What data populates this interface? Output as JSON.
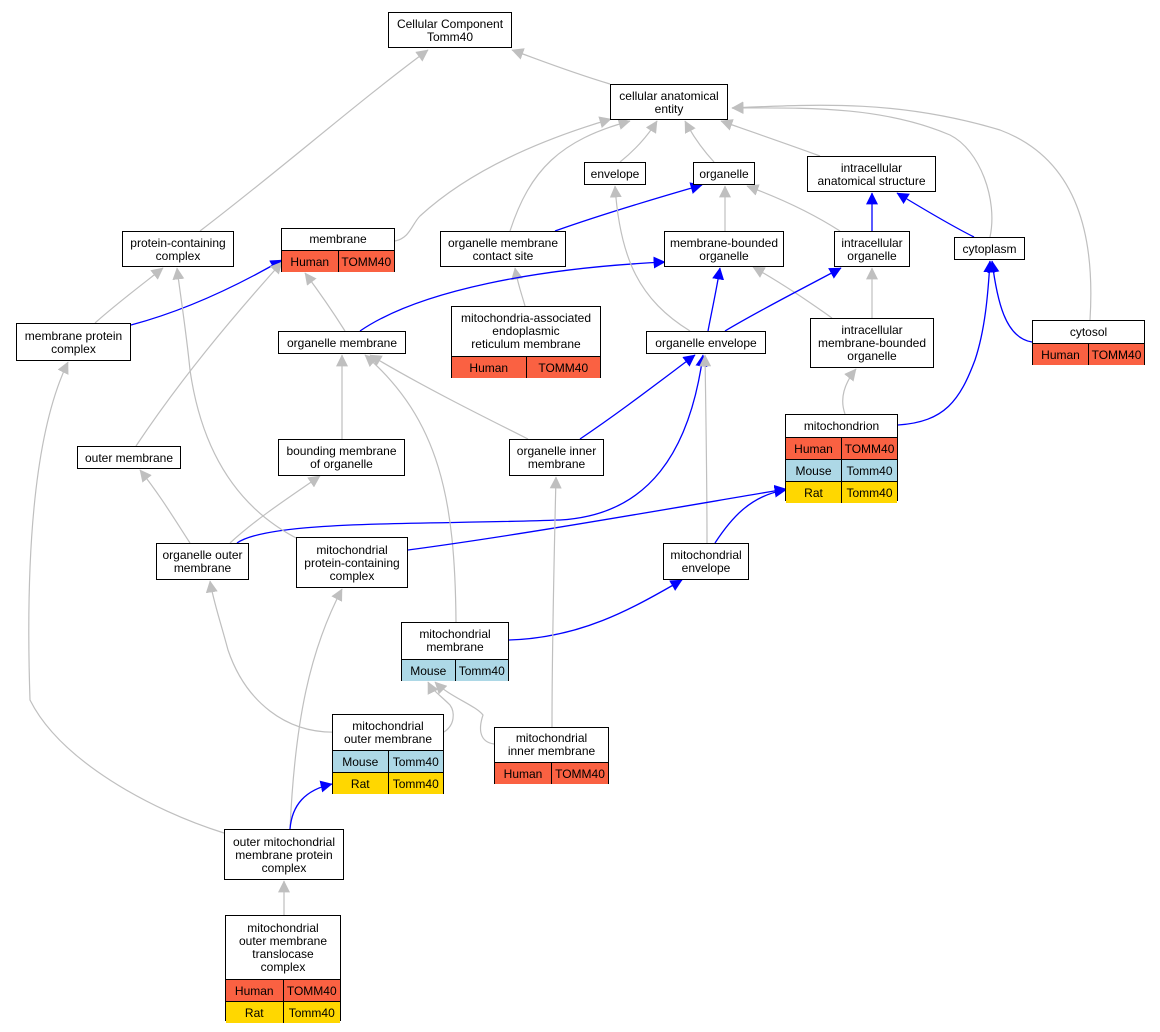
{
  "colors": {
    "human": "#fa6142",
    "mouse": "#add8e6",
    "rat": "#ffd700",
    "gray_edge": "#bfbfbf",
    "blue_edge": "#0000ff"
  },
  "nodes": {
    "root": {
      "label": "Cellular Component\nTomm40"
    },
    "cae": {
      "label": "cellular anatomical\nentity"
    },
    "envelope": {
      "label": "envelope"
    },
    "organelle": {
      "label": "organelle"
    },
    "ias": {
      "label": "intracellular\nanatomical structure"
    },
    "pcc": {
      "label": "protein-containing\ncomplex"
    },
    "membrane": {
      "label": "membrane",
      "rows": [
        [
          "Human",
          "TOMM40"
        ]
      ]
    },
    "omcs": {
      "label": "organelle membrane\ncontact site"
    },
    "mbo": {
      "label": "membrane-bounded\norganelle"
    },
    "io": {
      "label": "intracellular\norganelle"
    },
    "cytoplasm": {
      "label": "cytoplasm"
    },
    "mpc": {
      "label": "membrane protein\ncomplex"
    },
    "om": {
      "label": "organelle membrane"
    },
    "mam": {
      "label": "mitochondria-associated\nendoplasmic\nreticulum membrane",
      "rows": [
        [
          "Human",
          "TOMM40"
        ]
      ]
    },
    "oe": {
      "label": "organelle envelope"
    },
    "imbo": {
      "label": "intracellular\nmembrane-bounded\norganelle"
    },
    "cytosol": {
      "label": "cytosol",
      "rows": [
        [
          "Human",
          "TOMM40"
        ]
      ]
    },
    "mito": {
      "label": "mitochondrion",
      "rows": [
        [
          "Human",
          "TOMM40"
        ],
        [
          "Mouse",
          "Tomm40"
        ],
        [
          "Rat",
          "Tomm40"
        ]
      ]
    },
    "outer": {
      "label": "outer membrane"
    },
    "bmo": {
      "label": "bounding membrane\nof organelle"
    },
    "oim": {
      "label": "organelle inner\nmembrane"
    },
    "oom": {
      "label": "organelle outer\nmembrane"
    },
    "mpcc": {
      "label": "mitochondrial\nprotein-containing\ncomplex"
    },
    "menv": {
      "label": "mitochondrial\nenvelope"
    },
    "mmem": {
      "label": "mitochondrial\nmembrane",
      "rows": [
        [
          "Mouse",
          "Tomm40"
        ]
      ]
    },
    "mom": {
      "label": "mitochondrial\nouter membrane",
      "rows": [
        [
          "Mouse",
          "Tomm40"
        ],
        [
          "Rat",
          "Tomm40"
        ]
      ]
    },
    "mim": {
      "label": "mitochondrial\ninner membrane",
      "rows": [
        [
          "Human",
          "TOMM40"
        ]
      ]
    },
    "ompc": {
      "label": "outer mitochondrial\nmembrane protein\ncomplex"
    },
    "tom": {
      "label": "mitochondrial\nouter membrane\ntranslocase\ncomplex",
      "rows": [
        [
          "Human",
          "TOMM40"
        ],
        [
          "Rat",
          "Tomm40"
        ]
      ]
    }
  },
  "edges": [
    {
      "from": "cae",
      "to": "root",
      "kind": "gray"
    },
    {
      "from": "pcc",
      "to": "root",
      "kind": "gray"
    },
    {
      "from": "envelope",
      "to": "cae",
      "kind": "gray"
    },
    {
      "from": "organelle",
      "to": "cae",
      "kind": "gray"
    },
    {
      "from": "ias",
      "to": "cae",
      "kind": "gray"
    },
    {
      "from": "membrane",
      "to": "cae",
      "kind": "gray"
    },
    {
      "from": "omcs",
      "to": "cae",
      "kind": "gray"
    },
    {
      "from": "cytoplasm",
      "to": "cae",
      "kind": "gray"
    },
    {
      "from": "cytosol",
      "to": "cae",
      "kind": "gray"
    },
    {
      "from": "omcs",
      "to": "organelle",
      "kind": "blue"
    },
    {
      "from": "mbo",
      "to": "organelle",
      "kind": "gray"
    },
    {
      "from": "io",
      "to": "organelle",
      "kind": "gray"
    },
    {
      "from": "io",
      "to": "ias",
      "kind": "blue"
    },
    {
      "from": "cytoplasm",
      "to": "ias",
      "kind": "blue"
    },
    {
      "from": "mpc",
      "to": "pcc",
      "kind": "gray"
    },
    {
      "from": "mpc",
      "to": "membrane",
      "kind": "blue"
    },
    {
      "from": "outer",
      "to": "membrane",
      "kind": "gray"
    },
    {
      "from": "om",
      "to": "membrane",
      "kind": "gray"
    },
    {
      "from": "mam",
      "to": "omcs",
      "kind": "gray"
    },
    {
      "from": "om",
      "to": "mbo",
      "kind": "blue"
    },
    {
      "from": "oe",
      "to": "mbo",
      "kind": "blue"
    },
    {
      "from": "imbo",
      "to": "mbo",
      "kind": "gray"
    },
    {
      "from": "oe",
      "to": "io",
      "kind": "blue"
    },
    {
      "from": "imbo",
      "to": "io",
      "kind": "gray"
    },
    {
      "from": "cytosol",
      "to": "cytoplasm",
      "kind": "blue"
    },
    {
      "from": "mito",
      "to": "cytoplasm",
      "kind": "blue"
    },
    {
      "from": "oe",
      "to": "envelope",
      "kind": "gray"
    },
    {
      "from": "mito",
      "to": "imbo",
      "kind": "gray"
    },
    {
      "from": "oim",
      "to": "oe",
      "kind": "blue"
    },
    {
      "from": "oom",
      "to": "oe",
      "kind": "blue"
    },
    {
      "from": "menv",
      "to": "oe",
      "kind": "gray"
    },
    {
      "from": "bmo",
      "to": "om",
      "kind": "gray"
    },
    {
      "from": "oim",
      "to": "om",
      "kind": "gray"
    },
    {
      "from": "mmem",
      "to": "om",
      "kind": "gray"
    },
    {
      "from": "mpcc",
      "to": "pcc",
      "kind": "gray"
    },
    {
      "from": "ompc",
      "to": "mpc",
      "kind": "gray"
    },
    {
      "from": "oom",
      "to": "outer",
      "kind": "gray"
    },
    {
      "from": "oom",
      "to": "bmo",
      "kind": "gray"
    },
    {
      "from": "mpcc",
      "to": "mito",
      "kind": "blue"
    },
    {
      "from": "menv",
      "to": "mito",
      "kind": "blue"
    },
    {
      "from": "mmem",
      "to": "menv",
      "kind": "blue"
    },
    {
      "from": "mim",
      "to": "oim",
      "kind": "gray"
    },
    {
      "from": "mom",
      "to": "oom",
      "kind": "gray"
    },
    {
      "from": "mom",
      "to": "mmem",
      "kind": "gray"
    },
    {
      "from": "mim",
      "to": "mmem",
      "kind": "gray"
    },
    {
      "from": "ompc",
      "to": "mpcc",
      "kind": "gray"
    },
    {
      "from": "ompc",
      "to": "mom",
      "kind": "blue"
    },
    {
      "from": "tom",
      "to": "ompc",
      "kind": "gray"
    }
  ]
}
